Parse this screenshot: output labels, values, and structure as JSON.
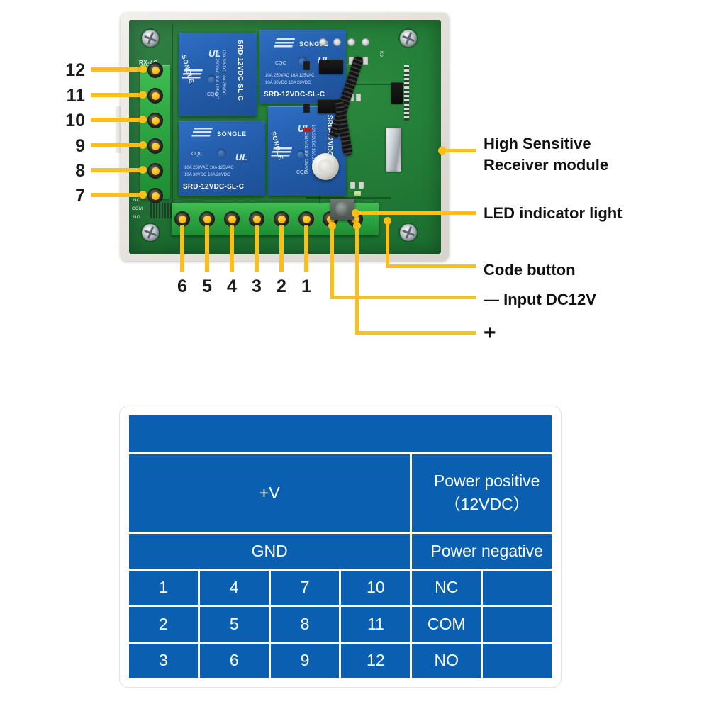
{
  "colors": {
    "lead": "#fcbf19",
    "table_blue": "#0b5fb0",
    "text": "#111111",
    "pcb_green": "#1f7533",
    "relay_blue": "#255fae"
  },
  "board": {
    "silkscreen": {
      "module_name": "RX-4C",
      "nc": "NC",
      "com": "COM",
      "no": "NO"
    },
    "relays": [
      {
        "brand": "SONGLE",
        "model": "SRD-12VDC-SL-C",
        "spec_line1": "10A 250VAC   10A 125VAC",
        "spec_line2": "10A 30VDC    10A 28VDC",
        "cert": "UL",
        "agency": "CQC"
      },
      {
        "brand": "SONGLE",
        "model": "SRD-12VDC-SL-C",
        "spec_line1": "10A 250VAC   10A 125VAC",
        "spec_line2": "10A 30VDC    10A 28VDC",
        "cert": "UL",
        "agency": "CQC"
      },
      {
        "brand": "SONGLE",
        "model": "SRD-12VDC-SL-C",
        "spec_line1": "10A 250VAC   10A 125VAC",
        "spec_line2": "10A 30VDC    10A 28VDC",
        "cert": "UL",
        "agency": "CQC"
      },
      {
        "brand": "SONGLE",
        "model": "SRD-12VDC-SL-C",
        "spec_line1": "10A 250VAC   10A 125VAC",
        "spec_line2": "10A 30VDC    10A 28VDC",
        "cert": "UL",
        "agency": "CQC"
      }
    ]
  },
  "callouts": {
    "left_terminals": [
      {
        "label": "12"
      },
      {
        "label": "11"
      },
      {
        "label": "10"
      },
      {
        "label": "9"
      },
      {
        "label": "8"
      },
      {
        "label": "7"
      }
    ],
    "bottom_terminals": [
      {
        "label": "6"
      },
      {
        "label": "5"
      },
      {
        "label": "4"
      },
      {
        "label": "3"
      },
      {
        "label": "2"
      },
      {
        "label": "1"
      }
    ],
    "right": [
      {
        "label_line1": "High Sensitive",
        "label_line2": "Receiver module"
      },
      {
        "label_line1": "LED indicator light",
        "label_line2": ""
      },
      {
        "label_line1": "Code button",
        "label_line2": ""
      },
      {
        "label_line1": "— Input DC12V",
        "label_line2": ""
      },
      {
        "label_line1": "+",
        "label_line2": ""
      }
    ]
  },
  "table": {
    "header_blank": "",
    "rows": [
      {
        "type": "pair",
        "left": "+V",
        "right": "Power positive（12VDC）"
      },
      {
        "type": "pair",
        "left": "GND",
        "right": "Power negative",
        "right_align": "left"
      },
      {
        "type": "pins",
        "pins": [
          "1",
          "4",
          "7",
          "10"
        ],
        "name": "NC",
        "extra": ""
      },
      {
        "type": "pins",
        "pins": [
          "2",
          "5",
          "8",
          "11"
        ],
        "name": "COM",
        "extra": ""
      },
      {
        "type": "pins",
        "pins": [
          "3",
          "6",
          "9",
          "12"
        ],
        "name": "NO",
        "extra": ""
      }
    ]
  }
}
